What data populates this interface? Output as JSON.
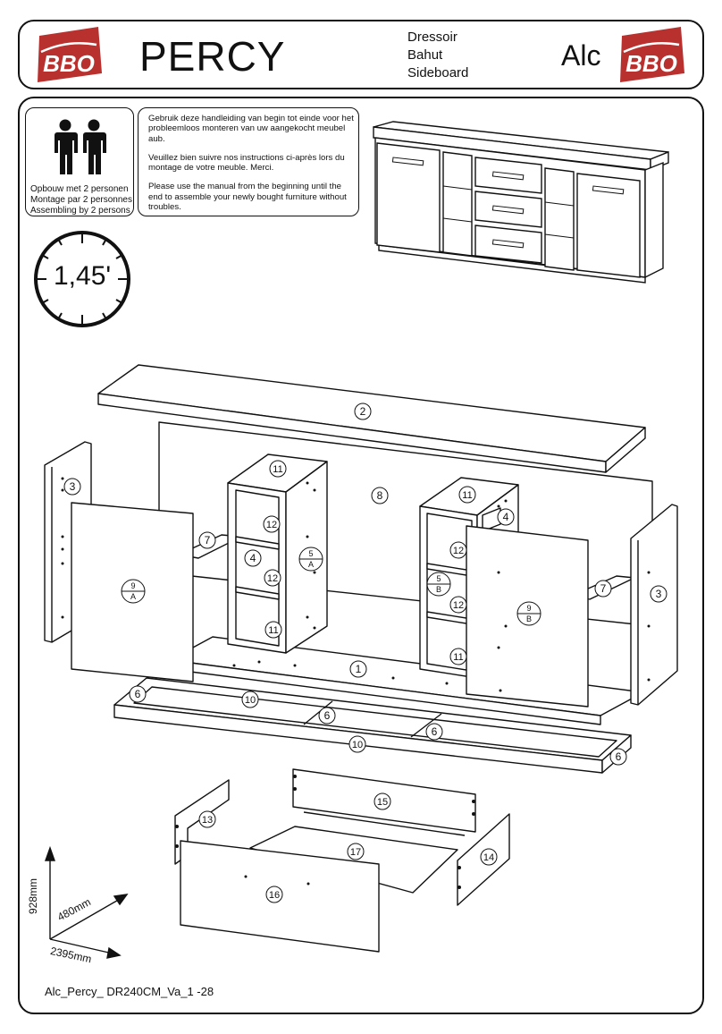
{
  "header": {
    "brand_logo_text": "BBO",
    "title": "PERCY",
    "product_types": [
      "Dressoir",
      "Bahut",
      "Sideboard"
    ],
    "brand_code": "Alc"
  },
  "assembly_info": {
    "persons_lines": [
      "Opbouw met  2 personen",
      "Montage par 2 personnes",
      "Assembling by 2 persons"
    ],
    "instructions": [
      "Gebruik deze handleiding van begin tot einde voor het probleemloos monteren van uw aangekocht meubel aub.",
      "Veuillez bien suivre nos instructions ci-après lors du montage de votre meuble. Merci.",
      "Please use the manual from the beginning until the end to assemble your newly bought furniture without troubles."
    ],
    "assembly_time": "1,45'"
  },
  "parts": [
    {
      "label": "1"
    },
    {
      "label": "2"
    },
    {
      "label": "3"
    },
    {
      "label": "3"
    },
    {
      "label": "4"
    },
    {
      "label": "4"
    },
    {
      "label": "6"
    },
    {
      "label": "6"
    },
    {
      "label": "6"
    },
    {
      "label": "6"
    },
    {
      "label": "7"
    },
    {
      "label": "7"
    },
    {
      "label": "8"
    },
    {
      "label": "10"
    },
    {
      "label": "10"
    },
    {
      "label": "11"
    },
    {
      "label": "11"
    },
    {
      "label": "11"
    },
    {
      "label": "11"
    },
    {
      "label": "12"
    },
    {
      "label": "12"
    },
    {
      "label": "12"
    },
    {
      "label": "12"
    },
    {
      "label": "13"
    },
    {
      "label": "14"
    },
    {
      "label": "15"
    },
    {
      "label": "16"
    },
    {
      "label": "17"
    }
  ],
  "split_parts": [
    {
      "top": "9",
      "bottom": "A"
    },
    {
      "top": "5",
      "bottom": "A"
    },
    {
      "top": "5",
      "bottom": "B"
    },
    {
      "top": "9",
      "bottom": "B"
    }
  ],
  "dimensions": {
    "height": "928mm",
    "depth": "480mm",
    "width": "2395mm"
  },
  "footer": {
    "code": "Alc_Percy_ DR240CM_Va_1  -28"
  },
  "colors": {
    "brand_red": "#b8312f",
    "line": "#111111",
    "panel": "#ffffff"
  }
}
